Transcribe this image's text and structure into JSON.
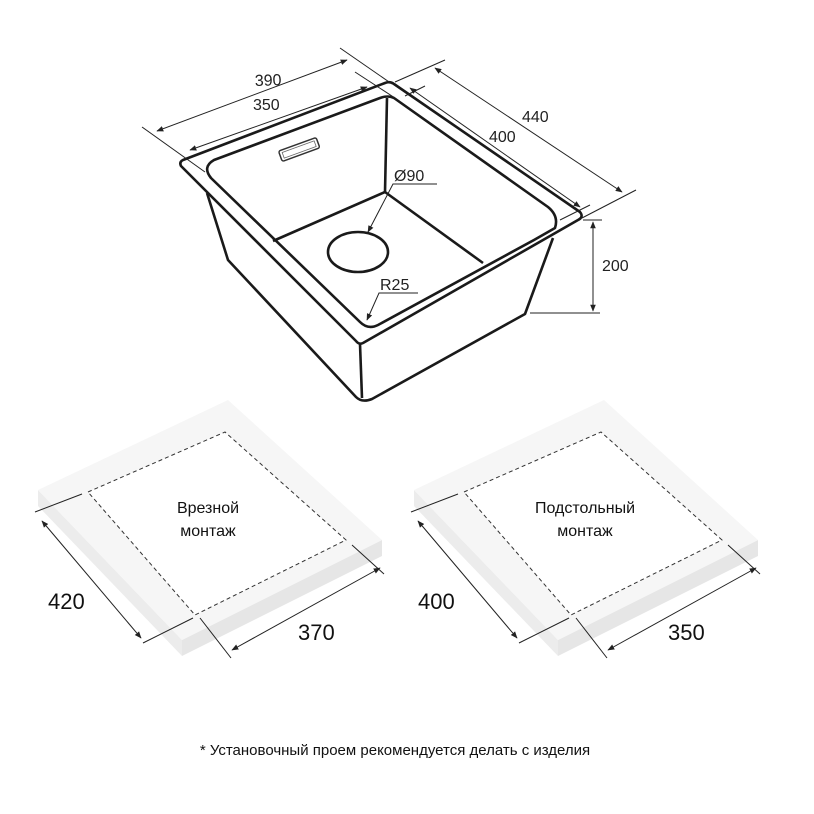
{
  "sink": {
    "dim_outer_width": "390",
    "dim_inner_width": "350",
    "dim_outer_length": "440",
    "dim_inner_length": "400",
    "dim_depth": "200",
    "drain_diameter": "Ø90",
    "corner_radius": "R25"
  },
  "mounting": [
    {
      "label_line1": "Врезной",
      "label_line2": "монтаж",
      "dim_length": "420",
      "dim_width": "370"
    },
    {
      "label_line1": "Подстольный",
      "label_line2": "монтаж",
      "dim_length": "400",
      "dim_width": "350"
    }
  ],
  "footnote": "* Установочный проем рекомендуется делать с изделия",
  "colors": {
    "line": "#1a1a1a",
    "slab_top": "#f6f6f6",
    "slab_side": "#ececec"
  }
}
